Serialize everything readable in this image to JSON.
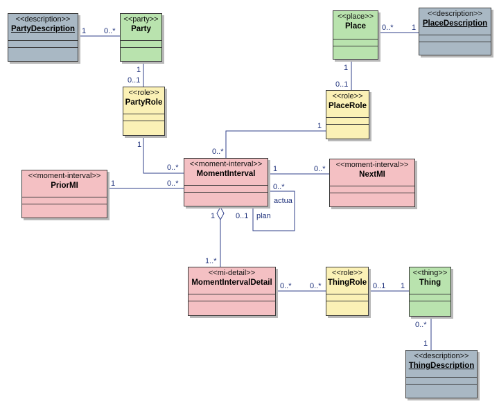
{
  "classes": {
    "party_description": {
      "stereotype": "<<description>>",
      "name": "PartyDescription"
    },
    "party": {
      "stereotype": "<<party>>",
      "name": "Party"
    },
    "place": {
      "stereotype": "<<place>>",
      "name": "Place"
    },
    "place_description": {
      "stereotype": "<<description>>",
      "name": "PlaceDescription"
    },
    "party_role": {
      "stereotype": "<<role>>",
      "name": "PartyRole"
    },
    "place_role": {
      "stereotype": "<<role>>",
      "name": "PlaceRole"
    },
    "moment_interval": {
      "stereotype": "<<moment-interval>>",
      "name": "MomentInterval"
    },
    "prior_mi": {
      "stereotype": "<<moment-interval>>",
      "name": "PriorMI"
    },
    "next_mi": {
      "stereotype": "<<moment-interval>>",
      "name": "NextMI"
    },
    "mi_detail": {
      "stereotype": "<<mi-detail>>",
      "name": "MomentIntervalDetail"
    },
    "thing_role": {
      "stereotype": "<<role>>",
      "name": "ThingRole"
    },
    "thing": {
      "stereotype": "<<thing>>",
      "name": "Thing"
    },
    "thing_description": {
      "stereotype": "<<description>>",
      "name": "ThingDescription"
    }
  },
  "labels": {
    "pd_party_1": "1",
    "pd_party_many": "0..*",
    "place_pdesc_many": "0..*",
    "place_pdesc_1": "1",
    "party_partyrole_1": "1",
    "party_partyrole_01": "0..1",
    "place_placerole_1": "1",
    "place_placerole_01": "0..1",
    "placerole_mi_1": "1",
    "placerole_mi_many": "0..*",
    "partyrole_mi_1": "1",
    "partyrole_mi_many": "0..*",
    "mi_next_1": "1",
    "mi_next_many": "0..*",
    "prior_mi_1": "1",
    "prior_mi_many": "0..*",
    "mi_self_many": "0..*",
    "mi_self_actual": "actua",
    "mi_self_01": "0..1",
    "mi_self_plan": "plan",
    "mi_detail_1": "1",
    "mi_detail_many": "1..*",
    "detail_thingrole_many_a": "0..*",
    "detail_thingrole_many_b": "0..*",
    "thingrole_thing_01": "0..1",
    "thingrole_thing_1": "1",
    "thing_tdesc_many": "0..*",
    "thing_tdesc_1": "1"
  },
  "colors": {
    "description": "#a9b8c4",
    "party_place_thing": "#b9e3ae",
    "role": "#fbf1b6",
    "moment_interval": "#f4c0c3",
    "line": "#2f3f8a"
  }
}
